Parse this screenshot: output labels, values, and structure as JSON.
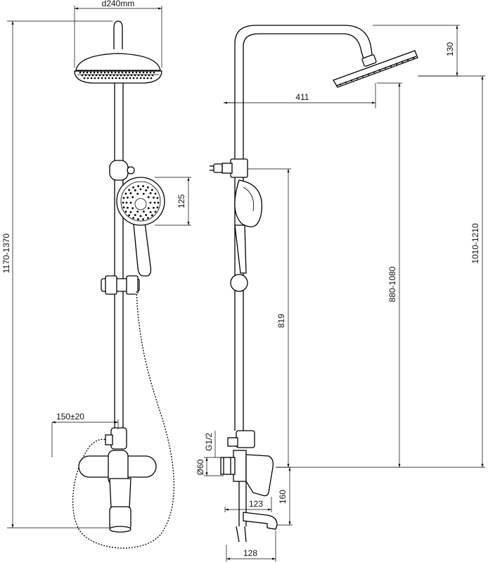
{
  "dimensions": {
    "head_diameter": "d240mm",
    "overall_height": "1170-1370",
    "handshower_width": "125",
    "mixer_spacing": "150±20",
    "head_height": "130",
    "arm_reach": "411",
    "head_to_mixer": "1010-1210",
    "holder_range": "880-1080",
    "holder_height": "819",
    "thread": "G1/2",
    "connector_diameter": "Ø60",
    "body_projection": "123",
    "spout_height": "160",
    "spout_projection": "128"
  }
}
